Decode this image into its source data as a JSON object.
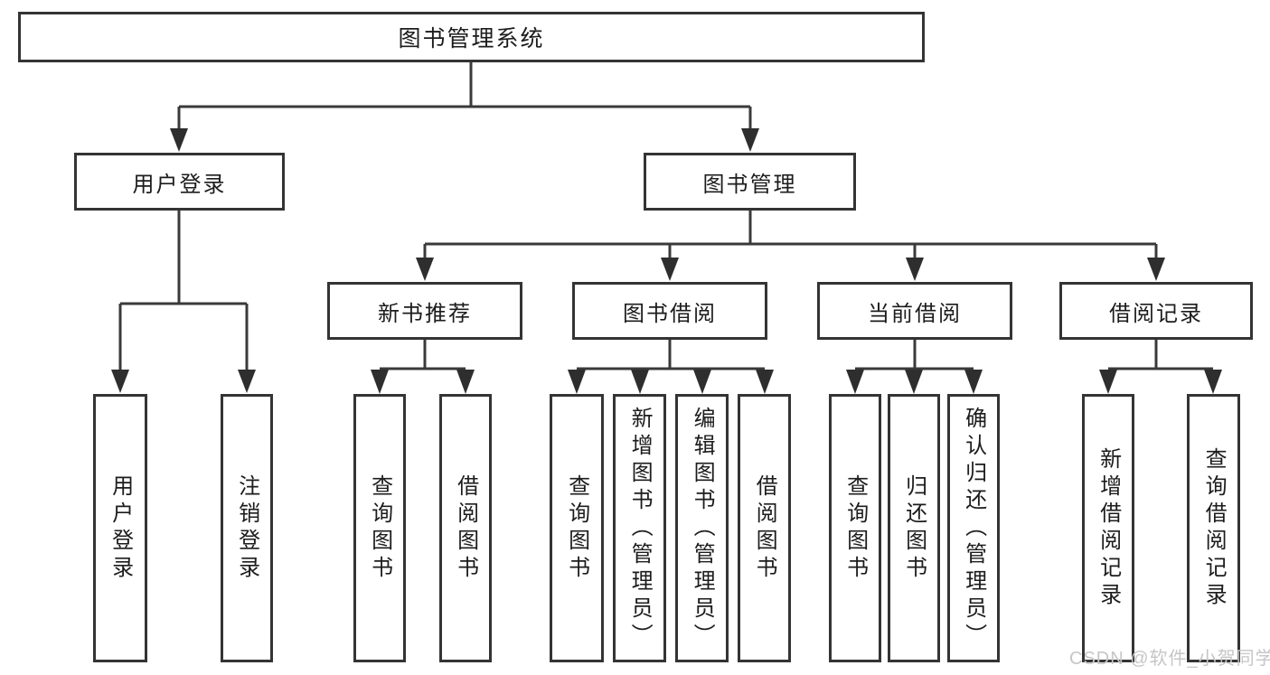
{
  "tree": {
    "label": "图书管理系统",
    "children": [
      {
        "label": "用户登录",
        "children": [
          {
            "label": "用户登录"
          },
          {
            "label": "注销登录"
          }
        ]
      },
      {
        "label": "图书管理",
        "children": [
          {
            "label": "新书推荐",
            "children": [
              {
                "label": "查询图书"
              },
              {
                "label": "借阅图书"
              }
            ]
          },
          {
            "label": "图书借阅",
            "children": [
              {
                "label": "查询图书"
              },
              {
                "label": "新增图书（管理员）"
              },
              {
                "label": "编辑图书（管理员）"
              },
              {
                "label": "借阅图书"
              }
            ]
          },
          {
            "label": "当前借阅",
            "children": [
              {
                "label": "查询图书"
              },
              {
                "label": "归还图书"
              },
              {
                "label": "确认归还（管理员）"
              }
            ]
          },
          {
            "label": "借阅记录",
            "children": [
              {
                "label": "新增借阅记录"
              },
              {
                "label": "查询借阅记录"
              }
            ]
          }
        ]
      }
    ]
  },
  "watermark": {
    "text": "CSDN @软件_小贺同学"
  },
  "colors": {
    "line": "#3a3a3a",
    "arrow": "#2e2e2e",
    "box_border": "#343434",
    "text": "#1c1c1c",
    "watermark": "#c6c6c6",
    "background": "#ffffff"
  }
}
